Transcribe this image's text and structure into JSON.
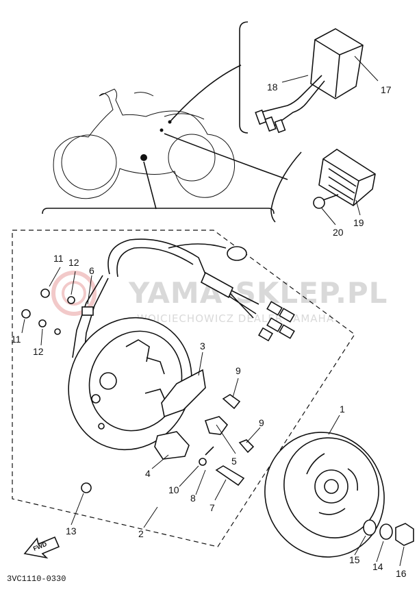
{
  "watermark": {
    "brand": "YAMA-SKLEP.PL",
    "subtitle": "WOJCIECHOWICZ DEALER YAMAHA"
  },
  "diagram_code": "3VC1110-0330",
  "fwd_label": "FWD",
  "callouts": {
    "p1": "1",
    "p2": "2",
    "p3": "3",
    "p4": "4",
    "p5": "5",
    "p6": "6",
    "p7": "7",
    "p8": "8",
    "p9a": "9",
    "p9b": "9",
    "p10": "10",
    "p11a": "11",
    "p11b": "11",
    "p12a": "12",
    "p12b": "12",
    "p13": "13",
    "p14": "14",
    "p15": "15",
    "p16": "16",
    "p17": "17",
    "p18": "18",
    "p19": "19",
    "p20": "20"
  },
  "colors": {
    "ink": "#111111",
    "watermark": "#d9d9d9",
    "logo": "#f2c9c9"
  }
}
